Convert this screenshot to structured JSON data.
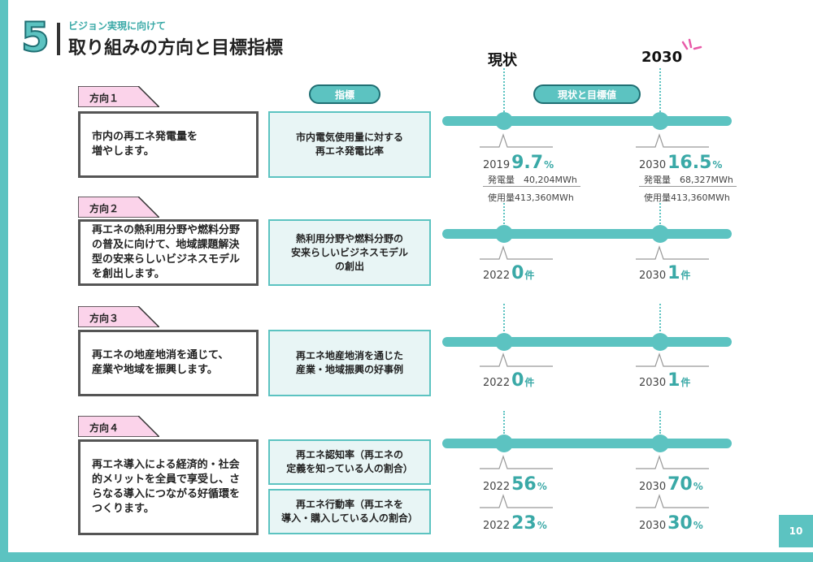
{
  "header": {
    "section_number": "5",
    "subtitle": "ビジョン実現に向けて",
    "title": "取り組みの方向と目標指標"
  },
  "columns": {
    "current": "現状",
    "target": "2030",
    "indicator_label": "指標",
    "values_label": "現状と目標値"
  },
  "directions": [
    {
      "tab": "方向１",
      "text": "市内の再エネ発電量を\n増やします。",
      "indicators": [
        "市内電気使用量に対する\n再エネ発電比率"
      ],
      "current": {
        "year": "2019",
        "value": "9.7",
        "unit": "%",
        "detail1": "発電量　40,204MWh",
        "detail2": "使用量413,360MWh"
      },
      "target": {
        "year": "2030",
        "value": "16.5",
        "unit": "%",
        "detail1": "発電量　68,327MWh",
        "detail2": "使用量413,360MWh"
      }
    },
    {
      "tab": "方向２",
      "text": "再エネの熱利用分野や燃料分野\nの普及に向けて、地域課題解決\n型の安来らしいビジネスモデル\nを創出します。",
      "indicators": [
        "熱利用分野や燃料分野の\n安来らしいビジネスモデル\nの創出"
      ],
      "current": {
        "year": "2022",
        "value": "0",
        "unit": "件"
      },
      "target": {
        "year": "2030",
        "value": "1",
        "unit": "件"
      }
    },
    {
      "tab": "方向３",
      "text": "再エネの地産地消を通じて、\n産業や地域を振興します。",
      "indicators": [
        "再エネ地産地消を通じた\n産業・地域振興の好事例"
      ],
      "current": {
        "year": "2022",
        "value": "0",
        "unit": "件"
      },
      "target": {
        "year": "2030",
        "value": "1",
        "unit": "件"
      }
    },
    {
      "tab": "方向４",
      "text": "再エネ導入による経済的・社会\n的メリットを全員で享受し、さ\nらなる導入につながる好循環を\nつくります。",
      "indicators": [
        "再エネ認知率（再エネの\n定義を知っている人の割合）",
        "再エネ行動率（再エネを\n導入・購入している人の割合）"
      ],
      "current": {
        "year": "2022",
        "value": "56",
        "unit": "%"
      },
      "target": {
        "year": "2030",
        "value": "70",
        "unit": "%"
      },
      "current2": {
        "year": "2022",
        "value": "23",
        "unit": "%"
      },
      "target2": {
        "year": "2030",
        "value": "30",
        "unit": "%"
      }
    }
  ],
  "page_number": "10",
  "colors": {
    "accent": "#5cc3c1",
    "accent_dark": "#1f6f73",
    "tab_pink": "#fbd3ea",
    "mark_pink": "#e85aa8"
  }
}
